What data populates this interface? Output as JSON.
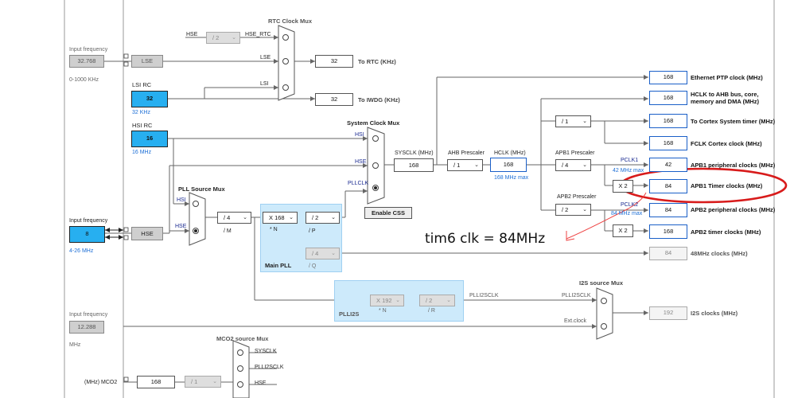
{
  "input_freq_rtc": {
    "label": "Input frequency",
    "value": "32.768",
    "range": "0-1000 KHz"
  },
  "lse_block": {
    "label": "LSE"
  },
  "lsi_rc": {
    "title": "LSI RC",
    "value": "32",
    "unit": "32 KHz"
  },
  "hsi_rc": {
    "title": "HSI RC",
    "value": "16",
    "unit": "16 MHz"
  },
  "input_freq_hse": {
    "label": "Input frequency",
    "value": "8",
    "range": "4-26 MHz"
  },
  "hse_block": {
    "label": "HSE"
  },
  "input_freq_i2s": {
    "label": "Input frequency",
    "value": "12.288",
    "unit": "MHz"
  },
  "rtc_mux": {
    "title": "RTC Clock Mux",
    "in_hse": "HSE",
    "div": "/ 2",
    "hse_rtc": "HSE_RTC",
    "in_lse": "LSE",
    "in_lsi": "LSI"
  },
  "rtc_out": {
    "value": "32",
    "label": "To RTC (KHz)"
  },
  "iwdg_out": {
    "value": "32",
    "label": "To IWDG (KHz)"
  },
  "sysclk_mux": {
    "title": "System Clock Mux",
    "hsi": "HSI",
    "hse": "HSE",
    "pllclk": "PLLCLK",
    "enable_css": "Enable CSS"
  },
  "sysclk": {
    "label": "SYSCLK (MHz)",
    "value": "168"
  },
  "ahb_prescaler": {
    "label": "AHB Prescaler",
    "value": "/ 1"
  },
  "hclk": {
    "label": "HCLK (MHz)",
    "value": "168",
    "max": "168 MHz max"
  },
  "pll_source_mux": {
    "title": "PLL Source Mux",
    "hsi": "HSI",
    "hse": "HSE"
  },
  "main_pll": {
    "title": "Main PLL",
    "div_m": "/ 4",
    "m_label": "/ M",
    "mul_n": "X 168",
    "n_label": "* N",
    "div_p": "/ 2",
    "p_label": "/ P",
    "div_q": "/ 4",
    "q_label": "/ Q"
  },
  "outputs": {
    "ethernet": {
      "value": "168",
      "label": "Ethernet PTP clock (MHz)"
    },
    "hclk_ahb": {
      "value": "168",
      "label_line1": "HCLK to AHB bus, core,",
      "label_line2": "memory and DMA (MHz)"
    },
    "cortex_div": "/ 1",
    "cortex": {
      "value": "168",
      "label": "To Cortex System timer (MHz)"
    },
    "fclk": {
      "value": "168",
      "label": "FCLK Cortex clock (MHz)"
    },
    "apb1_prescaler": {
      "label": "APB1 Prescaler",
      "value": "/ 4",
      "pclk": "PCLK1",
      "max": "42 MHz max"
    },
    "apb1_periph": {
      "value": "42",
      "label": "APB1 peripheral clocks (MHz)"
    },
    "apb1_x2": "X 2",
    "apb1_timer": {
      "value": "84",
      "label": "APB1 Timer clocks (MHz)"
    },
    "apb2_prescaler": {
      "label": "APB2 Prescaler",
      "value": "/ 2",
      "pclk": "PCLK2",
      "max": "84 MHz max"
    },
    "apb2_periph": {
      "value": "84",
      "label": "APB2 peripheral clocks (MHz)"
    },
    "apb2_x2": "X 2",
    "apb2_timer": {
      "value": "168",
      "label": "APB2 timer clocks (MHz)"
    },
    "usb48": {
      "value": "84",
      "label": "48MHz clocks (MHz)"
    },
    "i2s": {
      "value": "192",
      "label": "I2S clocks (MHz)"
    }
  },
  "plli2s": {
    "title": "PLLI2S",
    "mul_n": "X 192",
    "n_label": "* N",
    "div_r": "/ 2",
    "r_label": "/ R",
    "pllclk_label": "PLLI2SCLK"
  },
  "i2s_mux": {
    "title": "I2S source Mux",
    "in_pll": "PLLI2SCLK",
    "in_ext": "Ext.clock"
  },
  "mco2_mux": {
    "title": "MCO2 source Mux",
    "sysclk": "SYSCLK",
    "plli2sclk": "PLLI2SCLK",
    "hse": "HSE"
  },
  "mco2": {
    "label": "(MHz) MCO2",
    "value": "168",
    "div": "/ 1"
  },
  "annotation": {
    "text": "tim6 clk = 84MHz",
    "color": "#d81b1b"
  },
  "colors": {
    "accent_cyan": "#27aff0",
    "blue_border": "#1a5fc8",
    "pll_bg": "#cdeafb",
    "annotation_red": "#d81b1b"
  }
}
